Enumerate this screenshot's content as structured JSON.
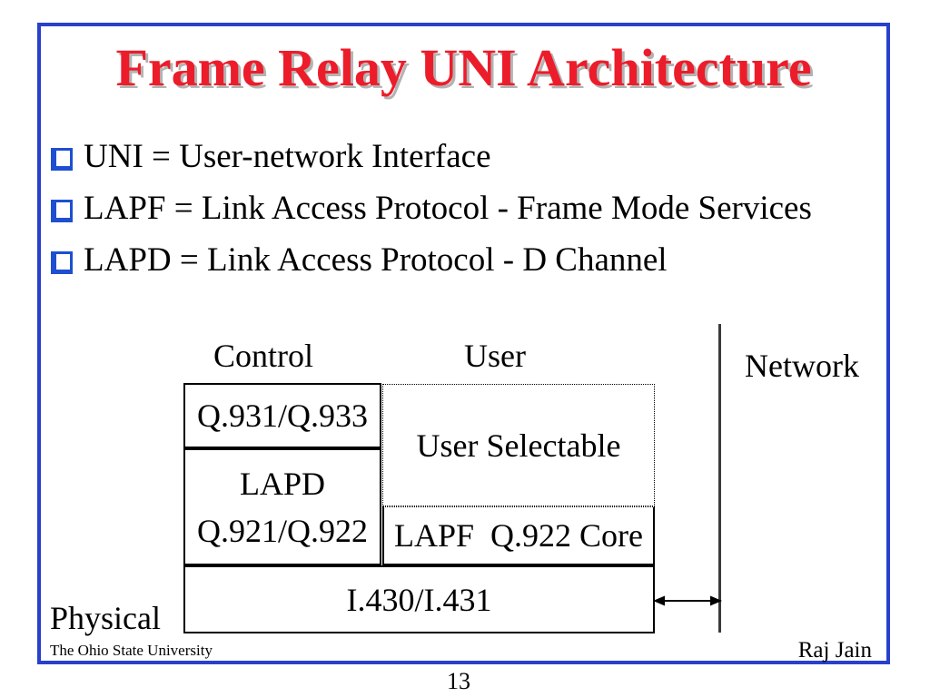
{
  "title": "Frame Relay UNI Architecture",
  "bullets": [
    "UNI = User-network Interface",
    "LAPF = Link Access Protocol - Frame Mode Services",
    "LAPD = Link Access Protocol - D Channel"
  ],
  "diagram": {
    "control_label": "Control",
    "user_label": "User",
    "network_label": "Network",
    "physical_label": "Physical",
    "q931_box": "Q.931/Q.933",
    "lapd_box": {
      "line1": "LAPD",
      "line2": "Q.921/Q.922"
    },
    "user_selectable_box": "User Selectable",
    "lapf_box": "LAPF  Q.922 Core",
    "physical_layer_box": "I.430/I.431"
  },
  "footer": {
    "institution": "The Ohio State University",
    "author": "Raj Jain"
  },
  "page_number": "13",
  "colors": {
    "title_red": "#ed1c2a",
    "border_blue": "#2840cc",
    "bullet_blue": "#1e4fd0",
    "box_border_black": "#000000"
  }
}
